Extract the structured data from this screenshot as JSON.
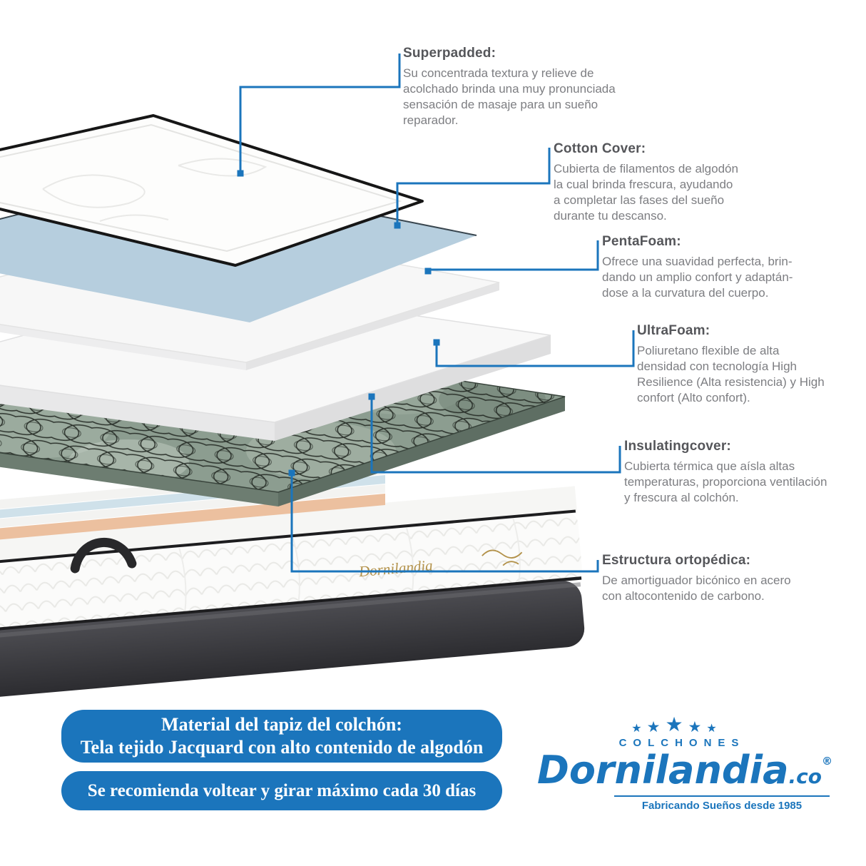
{
  "colors": {
    "accent": "#1b75bc",
    "heading_text": "#55565a",
    "body_text": "#7d7e82",
    "layer_blue": "#b6cede",
    "layer_green": "#8c9d90",
    "layer_peach": "#ecc09f",
    "mattress_base": "#3a3a3e",
    "gold": "#b3924a"
  },
  "annotations": [
    {
      "title": "Superpadded:",
      "body": "Su concentrada textura y relieve de\nacolchado brinda una muy pronunciada\nsensación de masaje para un sueño\nreparador."
    },
    {
      "title": "Cotton Cover:",
      "body": "Cubierta de filamentos de algodón\nla cual brinda frescura, ayudando\na completar las fases del sueño\ndurante tu descanso."
    },
    {
      "title": "PentaFoam:",
      "body": "Ofrece una suavidad perfecta, brin-\ndando un amplio confort y adaptán-\ndose a la curvatura del cuerpo."
    },
    {
      "title": "UltraFoam:",
      "body": "Poliuretano flexible de alta\ndensidad con tecnología High\nResilience (Alta resistencia) y High\nconfort (Alto confort)."
    },
    {
      "title": "Insulatingcover:",
      "body": "Cubierta térmica que aísla altas\ntemperaturas, proporciona ventilación\ny frescura al colchón."
    },
    {
      "title": "Estructura ortopédica:",
      "body": "De amortiguador bicónico en acero\ncon altocontenido de carbono."
    }
  ],
  "banners": {
    "material_line1": "Material del tapiz del colchón:",
    "material_line2": "Tela tejido Jacquard con alto contenido de algodón",
    "recommendation": "Se recomienda voltear y girar máximo cada 30 días"
  },
  "brand": {
    "star_char": "★",
    "colchones": "COLCHONES",
    "name": "Dornilandia",
    "suffix": ".co",
    "registered": "®",
    "tagline": "Fabricando Sueños desde 1985",
    "side_label": "Dornilandia"
  }
}
